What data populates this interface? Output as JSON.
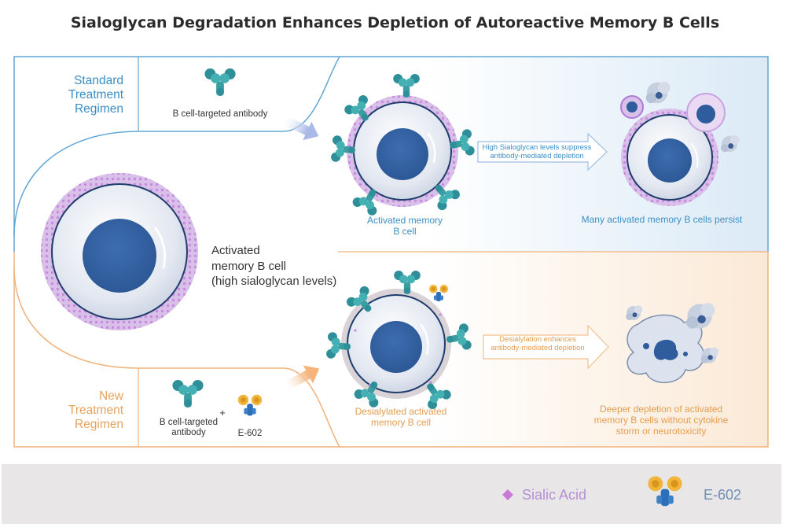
{
  "title": "Sialoglycan Degradation Enhances Depletion of Autoreactive Memory B Cells",
  "standard": {
    "regimen_label": [
      "Standard",
      "Treatment",
      "Regimen"
    ],
    "antibody_label": "B cell-targeted antibody",
    "cell_caption": [
      "Activated memory",
      "B cell"
    ],
    "arrow_text": [
      "High Sialoglycan levels suppress",
      "antibody-mediated depletion"
    ],
    "outcome": "Many activated memory B cells persist"
  },
  "center": {
    "label": [
      "Activated",
      "memory B cell",
      "(high sialoglycan levels)"
    ]
  },
  "new": {
    "regimen_label": [
      "New",
      "Treatment",
      "Regimen"
    ],
    "antibody_label": [
      "B cell-targeted",
      "antibody"
    ],
    "plus": "+",
    "drug_label": "E-602",
    "cell_caption": [
      "Desialylated activated",
      "memory B cell"
    ],
    "arrow_text": [
      "Desialylation enhances",
      "antibody-mediated depletion"
    ],
    "outcome": [
      "Deeper depletion of activated",
      "memory B cells without cytokine",
      "storm or neurotoxicity"
    ]
  },
  "legend": {
    "sialic_acid": "Sialic Acid",
    "e602": "E-602"
  },
  "colors": {
    "blue": "#3b8ec4",
    "orange": "#e5a460",
    "nucleus": "#2f5c9c",
    "antibody": "#3aa0a6",
    "e602_gold": "#f0b53a",
    "sialic": "#c77ad8"
  }
}
